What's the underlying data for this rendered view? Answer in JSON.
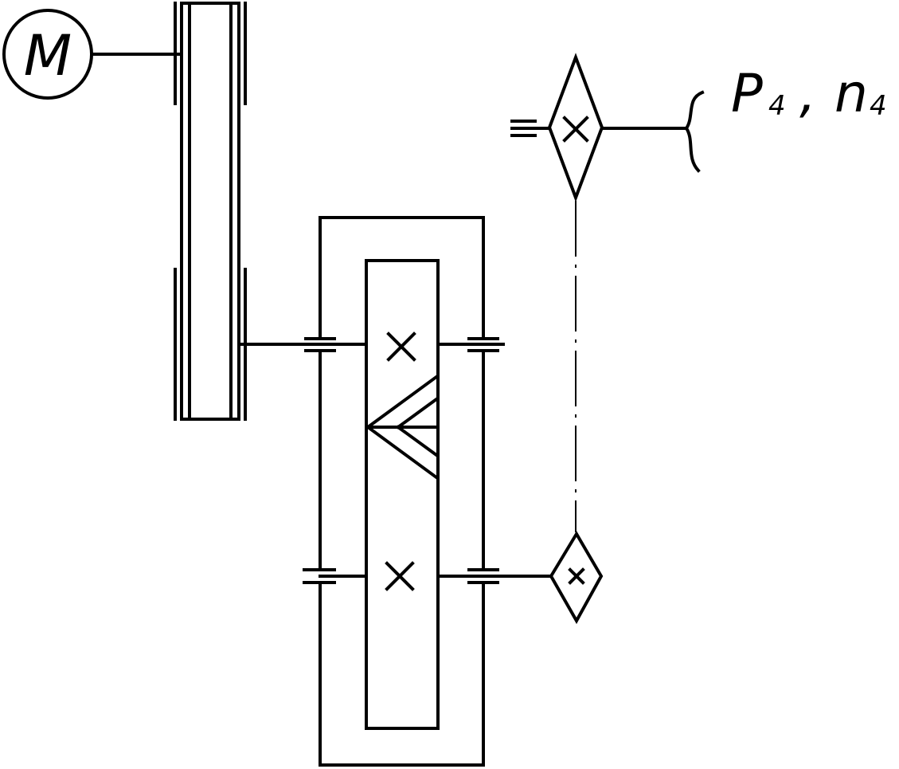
{
  "motor": {
    "label": "M"
  },
  "output": {
    "power_symbol": "P",
    "power_index": "4",
    "separator": ",",
    "speed_symbol": "n",
    "speed_index": "4"
  }
}
